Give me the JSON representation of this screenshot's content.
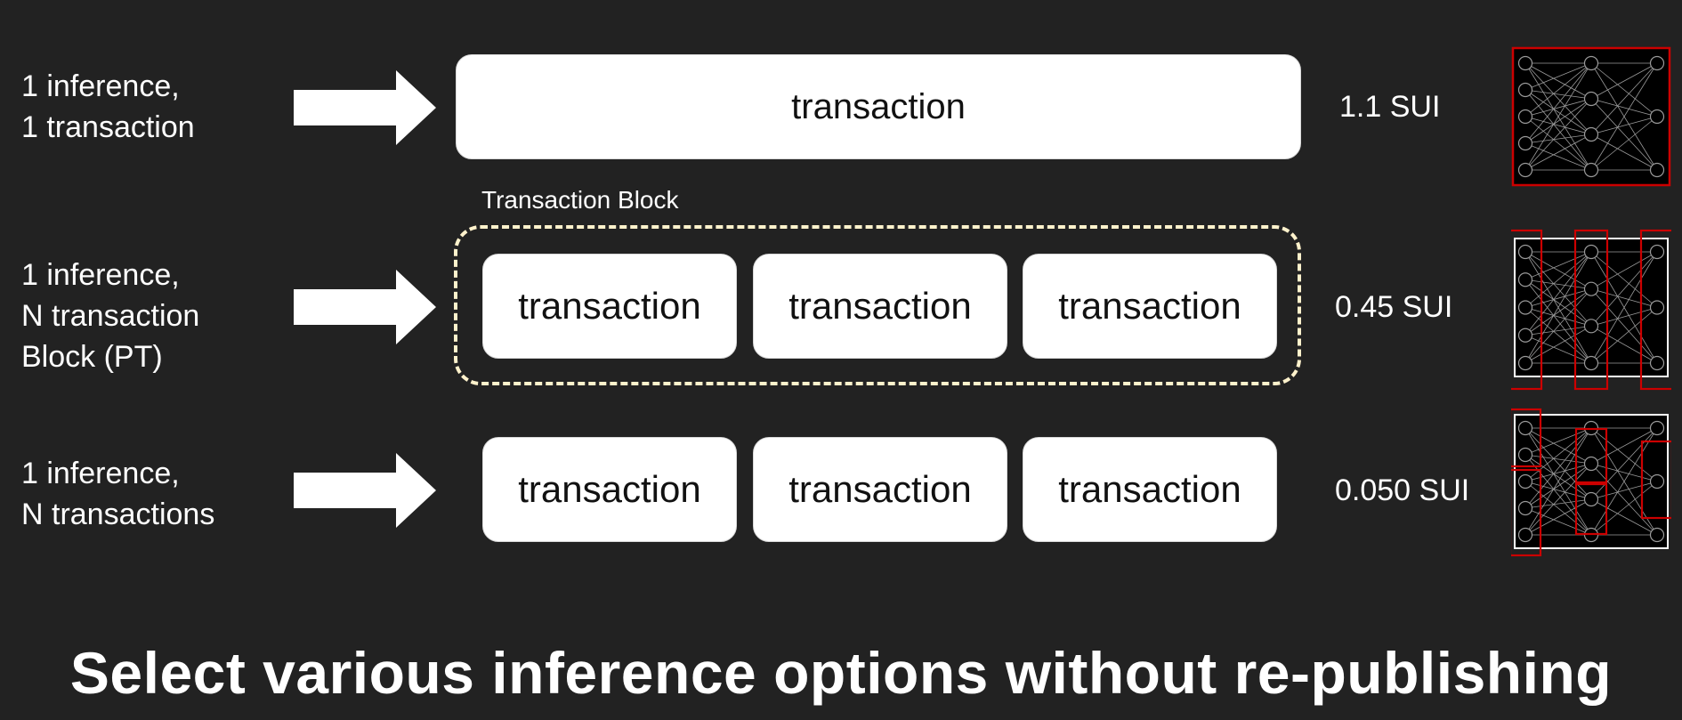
{
  "rows": [
    {
      "label_lines": [
        "1 inference,",
        "1 transaction"
      ],
      "transactions": [
        "transaction"
      ],
      "cost": "1.1 SUI",
      "icon": "neural-network-single-box-icon"
    },
    {
      "label_lines": [
        "1 inference,",
        "N transaction",
        "Block (PT)"
      ],
      "block_title": "Transaction Block",
      "transactions": [
        "transaction",
        "transaction",
        "transaction"
      ],
      "cost": "0.45 SUI",
      "icon": "neural-network-layer-boxes-icon"
    },
    {
      "label_lines": [
        "1 inference,",
        "N transactions"
      ],
      "transactions": [
        "transaction",
        "transaction",
        "transaction"
      ],
      "cost": "0.050 SUI",
      "icon": "neural-network-node-group-boxes-icon"
    }
  ],
  "title": "Select various inference options without re-publishing",
  "colors": {
    "background": "#222222",
    "box": "#ffffff",
    "block_border": "#fff2cc",
    "highlight": "#cc0000"
  }
}
